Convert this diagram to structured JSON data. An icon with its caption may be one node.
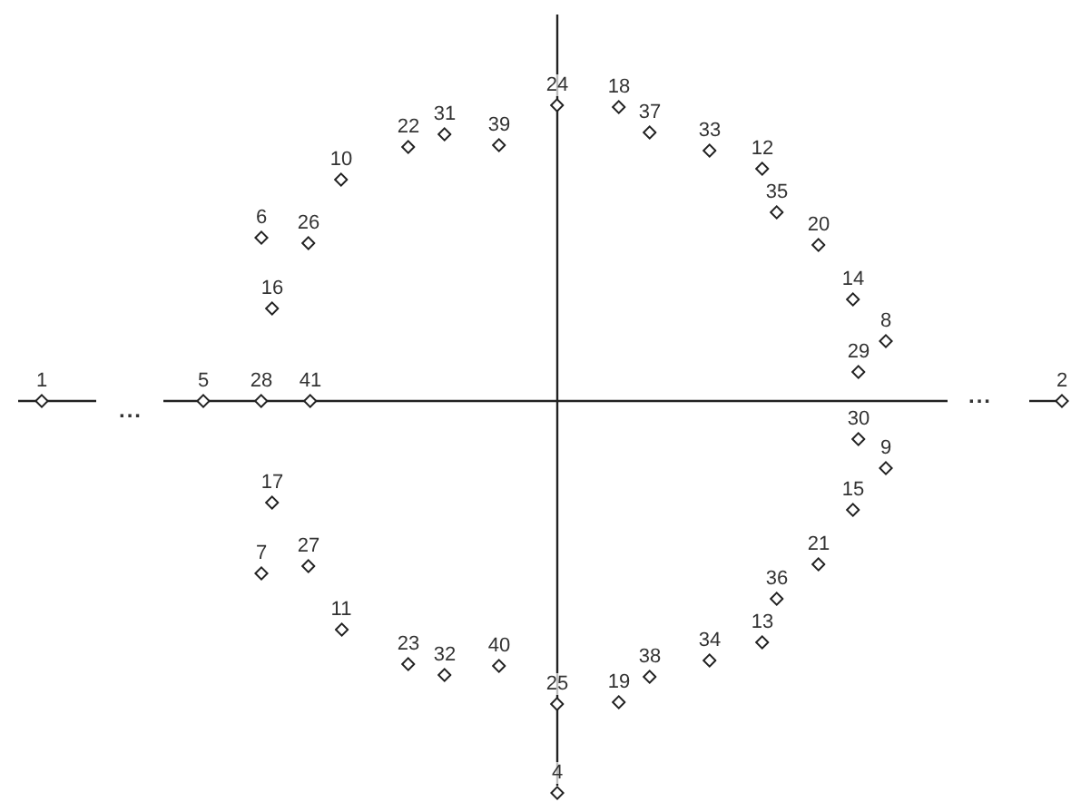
{
  "diagram": {
    "nodes": [
      {
        "text": [
          "24"
        ]
      },
      {
        "text": [
          "18"
        ]
      },
      {
        "text": [
          "37"
        ]
      },
      {
        "text": [
          "31"
        ]
      },
      {
        "text": [
          "39"
        ]
      },
      {
        "text": [
          "22"
        ]
      },
      {
        "text": [
          "33"
        ]
      },
      {
        "text": [
          "12"
        ]
      },
      {
        "text": [
          "10"
        ]
      },
      {
        "text": [
          "35"
        ]
      },
      {
        "text": [
          "6"
        ]
      },
      {
        "text": [
          "26"
        ]
      },
      {
        "text": [
          "20"
        ]
      },
      {
        "text": [
          "14"
        ]
      },
      {
        "text": [
          "16"
        ]
      },
      {
        "text": [
          "8"
        ]
      },
      {
        "text": [
          "29"
        ]
      },
      {
        "text": [
          "1"
        ]
      },
      {
        "text": [
          "5"
        ]
      },
      {
        "text": [
          "28"
        ]
      },
      {
        "text": [
          "41"
        ]
      },
      {
        "text": [
          "2"
        ]
      },
      {
        "text": [
          "30"
        ]
      },
      {
        "text": [
          "9"
        ]
      },
      {
        "text": [
          "17"
        ]
      },
      {
        "text": [
          "15"
        ]
      },
      {
        "text": [
          "21"
        ]
      },
      {
        "text": [
          "27"
        ]
      },
      {
        "text": [
          "7"
        ]
      },
      {
        "text": [
          "36"
        ]
      },
      {
        "text": [
          "11"
        ]
      },
      {
        "text": [
          "13"
        ]
      },
      {
        "text": [
          "34"
        ]
      },
      {
        "text": [
          "23"
        ]
      },
      {
        "text": [
          "40"
        ]
      },
      {
        "text": [
          "32"
        ]
      },
      {
        "text": [
          "38"
        ]
      },
      {
        "text": [
          "19"
        ]
      },
      {
        "text": [
          "25"
        ]
      },
      {
        "text": [
          "4"
        ]
      }
    ],
    "labels": [
      "...",
      "..."
    ]
  }
}
